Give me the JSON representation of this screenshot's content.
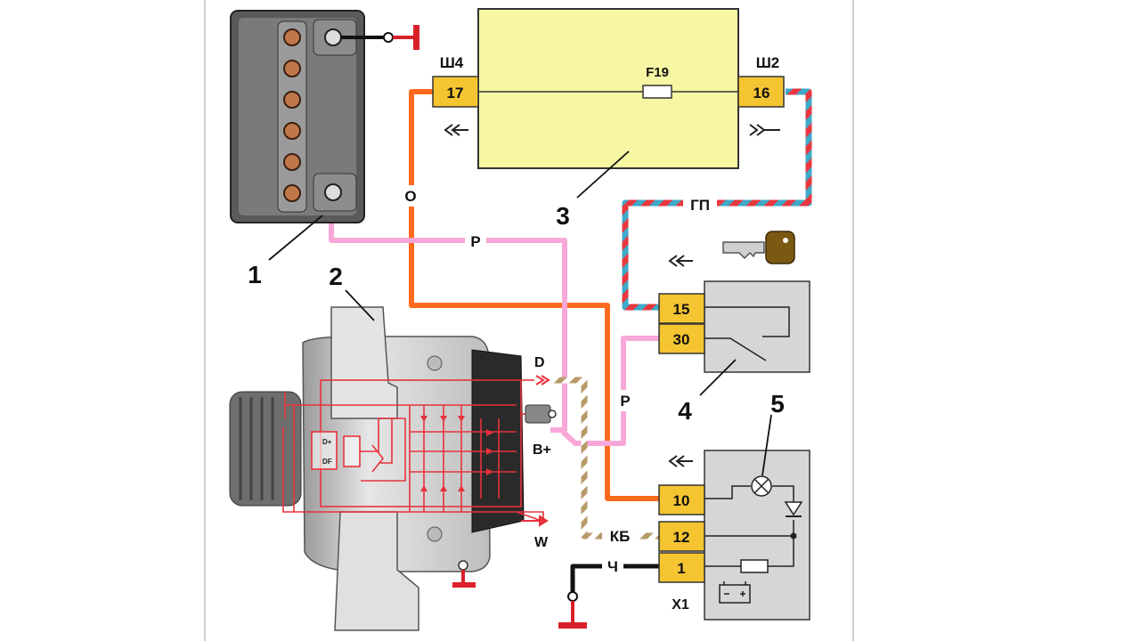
{
  "colors": {
    "fuse_block": "#f7f7a3",
    "pin": "#f5c531",
    "wire_orange": "#ff6a1f",
    "wire_pink": "#f7a8d8",
    "wire_red": "#e8373f",
    "wire_blue": "#3fa9c8",
    "wire_brown": "#b89a6a",
    "wire_black": "#111111",
    "ground": "#d9202a",
    "generator_red": "#e8323c",
    "component_grey": "#d6d6d6"
  },
  "callouts": {
    "battery": "1",
    "generator": "2",
    "mounting_block": "3",
    "ignition_switch": "4",
    "warning_lamp": "5"
  },
  "mounting_block": {
    "left_connector": "Ш4",
    "left_pin": "17",
    "fuse": "F19",
    "right_connector": "Ш2",
    "right_pin": "16"
  },
  "ignition_switch": {
    "pin_top": "15",
    "pin_bottom": "30"
  },
  "instrument_cluster": {
    "connector": "X1",
    "pin_top": "10",
    "pin_middle": "12",
    "pin_bottom": "1"
  },
  "wire_labels": {
    "orange": "О",
    "pink_top": "Р",
    "pink_mid": "Р",
    "red_blue": "ГП",
    "brown_white": "КБ",
    "black": "Ч"
  },
  "generator_terminals": {
    "d": "D",
    "b_plus": "B+",
    "w": "W",
    "regulator_top": "D+",
    "regulator_bottom": "DF"
  },
  "icons": {
    "connector_arrow": "double-chevron-icon",
    "key": "key-icon",
    "ground": "ground-icon",
    "lamp": "lamp-icon",
    "diode": "diode-icon",
    "resistor": "resistor-icon",
    "battery_symbol": "battery-symbol-icon"
  }
}
